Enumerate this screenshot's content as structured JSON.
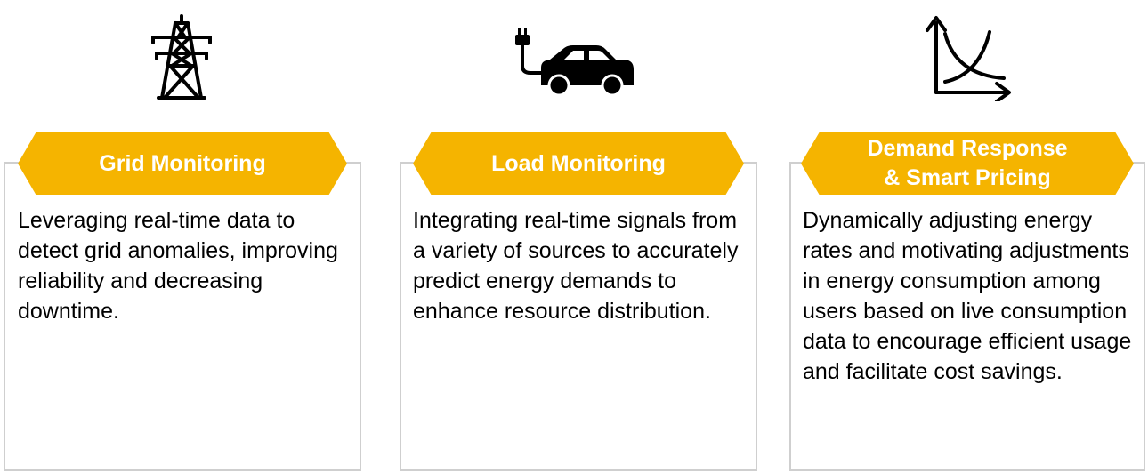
{
  "colors": {
    "accent": "#f5b400",
    "border": "#cfcfcf",
    "text": "#000000",
    "banner_text": "#ffffff"
  },
  "cards": [
    {
      "icon": "transmission-tower-icon",
      "title": "Grid Monitoring",
      "description": "Leveraging real-time data to detect grid anomalies, improving reliability and decreasing downtime."
    },
    {
      "icon": "electric-car-plug-icon",
      "title": "Load Monitoring",
      "description": "Integrating real-time signals from a variety of sources to accurately predict energy demands to enhance resource distribution."
    },
    {
      "icon": "demand-supply-curve-icon",
      "title": "Demand Response\n& Smart Pricing",
      "description": "Dynamically adjusting energy rates and motivating adjustments in energy consumption among users based on live consumption data to encourage efficient usage and facilitate cost savings."
    }
  ]
}
